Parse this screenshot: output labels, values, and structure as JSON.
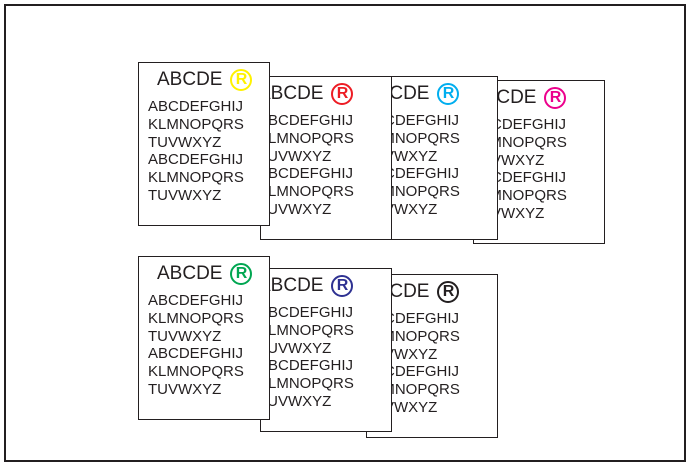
{
  "sheets": [
    {
      "heading": "ABCDE",
      "mark": "R",
      "color": "#fff200",
      "lines": [
        "ABCDEFGHIJ",
        "KLMNOPQRS",
        "TUVWXYZ",
        "ABCDEFGHIJ",
        "KLMNOPQRS",
        "TUVWXYZ"
      ]
    },
    {
      "heading": "ABCDE",
      "mark": "R",
      "color": "#ed1c24",
      "lines": [
        "ABCDEFGHIJ",
        "KLMNOPQRS",
        "TUVWXYZ",
        "ABCDEFGHIJ",
        "KLMNOPQRS",
        "TUVWXYZ"
      ]
    },
    {
      "heading": "ABCDE",
      "mark": "R",
      "color": "#00aeef",
      "lines": [
        "ABCDEFGHIJ",
        "KLMNOPQRS",
        "TUVWXYZ",
        "ABCDEFGHIJ",
        "KLMNOPQRS",
        "TUVWXYZ"
      ]
    },
    {
      "heading": "ABCDE",
      "mark": "R",
      "color": "#ec008c",
      "lines": [
        "ABCDEFGHIJ",
        "KLMNOPQRS",
        "TUVWXYZ",
        "ABCDEFGHIJ",
        "KLMNOPQRS",
        "TUVWXYZ"
      ]
    },
    {
      "heading": "ABCDE",
      "mark": "R",
      "color": "#00a651",
      "lines": [
        "ABCDEFGHIJ",
        "KLMNOPQRS",
        "TUVWXYZ",
        "ABCDEFGHIJ",
        "KLMNOPQRS",
        "TUVWXYZ"
      ]
    },
    {
      "heading": "ABCDE",
      "mark": "R",
      "color": "#2e3192",
      "lines": [
        "ABCDEFGHIJ",
        "KLMNOPQRS",
        "TUVWXYZ",
        "ABCDEFGHIJ",
        "KLMNOPQRS",
        "TUVWXYZ"
      ]
    },
    {
      "heading": "ABCDE",
      "mark": "R",
      "color": "#231f20",
      "lines": [
        "ABCDEFGHIJ",
        "KLMNOPQRS",
        "TUVWXYZ",
        "ABCDEFGHIJ",
        "KLMNOPQRS",
        "TUVWXYZ"
      ]
    }
  ]
}
